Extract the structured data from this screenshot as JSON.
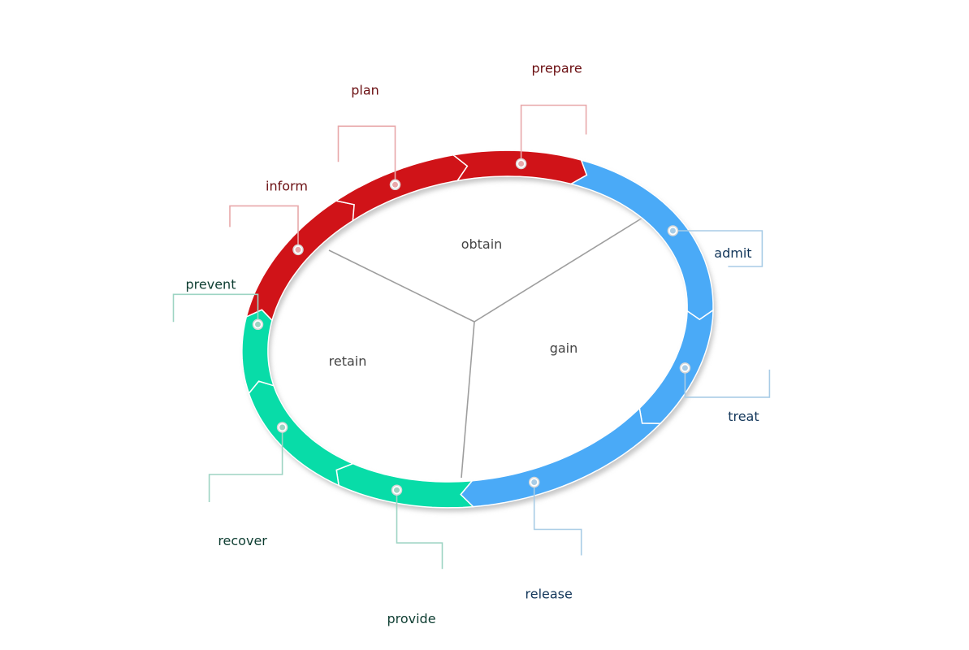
{
  "colors": {
    "background": "#ffffff",
    "spoke": "#9e9e9e",
    "shadow": "#c8c8c8",
    "groups": {
      "obtain": {
        "fill": "#d01318",
        "callout": "#e8a8aa",
        "text": "#6b0f12"
      },
      "gain": {
        "fill": "#4aaaf7",
        "callout": "#a8cce6",
        "text": "#12365a"
      },
      "retain": {
        "fill": "#08dca8",
        "callout": "#9dd4c3",
        "text": "#0d3d31"
      }
    }
  },
  "sectors": [
    {
      "id": "obtain",
      "label": "obtain"
    },
    {
      "id": "gain",
      "label": "gain"
    },
    {
      "id": "retain",
      "label": "retain"
    }
  ],
  "steps": [
    {
      "id": "inform",
      "label": "inform",
      "group": "obtain"
    },
    {
      "id": "plan",
      "label": "plan",
      "group": "obtain"
    },
    {
      "id": "prepare",
      "label": "prepare",
      "group": "obtain"
    },
    {
      "id": "admit",
      "label": "admit",
      "group": "gain"
    },
    {
      "id": "treat",
      "label": "treat",
      "group": "gain"
    },
    {
      "id": "release",
      "label": "release",
      "group": "gain"
    },
    {
      "id": "provide",
      "label": "provide",
      "group": "retain"
    },
    {
      "id": "recover",
      "label": "recover",
      "group": "retain"
    },
    {
      "id": "prevent",
      "label": "prevent",
      "group": "retain"
    }
  ]
}
